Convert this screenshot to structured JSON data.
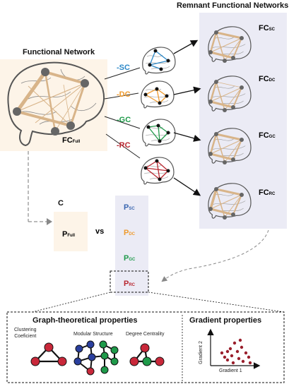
{
  "titles": {
    "remnant": "Remnant Functional Networks",
    "functional": "Functional Network",
    "c_label": "C",
    "vs": "vs"
  },
  "fc_full": {
    "main": "FC",
    "sub": "Full"
  },
  "removals": [
    {
      "label": "-SC",
      "color": "#2b88c8"
    },
    {
      "label": "-DC",
      "color": "#ef9a2c"
    },
    {
      "label": "-GC",
      "color": "#1f9a4a"
    },
    {
      "label": "-RC",
      "color": "#b8262f"
    }
  ],
  "remnants": [
    {
      "main": "FC",
      "sub": "SC"
    },
    {
      "main": "FC",
      "sub": "DC"
    },
    {
      "main": "FC",
      "sub": "GC"
    },
    {
      "main": "FC",
      "sub": "RC"
    }
  ],
  "p_full": {
    "main": "P",
    "sub": "Full"
  },
  "p_list": [
    {
      "main": "P",
      "sub": "SC",
      "color": "#3a66b0"
    },
    {
      "main": "P",
      "sub": "DC",
      "color": "#ef9a2c"
    },
    {
      "main": "P",
      "sub": "GC",
      "color": "#1f9a4a"
    },
    {
      "main": "P",
      "sub": "RC",
      "color": "#b8262f"
    }
  ],
  "graph_props": {
    "title": "Graph-theoretical properties",
    "clustering": "Clustering\nCoeficient",
    "modular": "Modular Structure",
    "degree": "Degree Centrality"
  },
  "gradient_props": {
    "title": "Gradient properties",
    "xlabel": "Gradient 1",
    "ylabel": "Gradient 2"
  },
  "colors": {
    "tan": "#d8b489",
    "node": "#666666",
    "brain_outline": "#555555",
    "node_red": "#c9283a",
    "node_blue": "#2a3f9e",
    "node_green": "#1f9a4a",
    "scatter": "#9a1f2c"
  }
}
